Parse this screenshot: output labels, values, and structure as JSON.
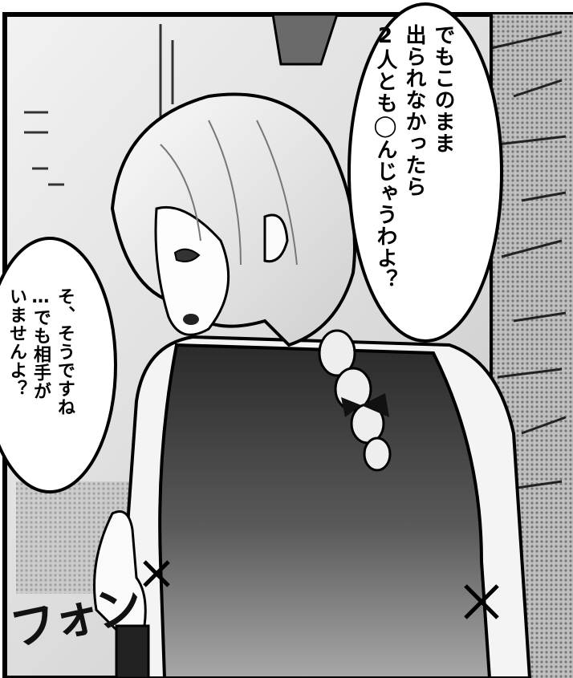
{
  "bubbles": {
    "upper_right": "でもこのまま\n出られなかったら\n2人とも◯んじゃうわよ？",
    "left": "そ、そうですね\n…でも相手が\nいませんよ？"
  },
  "sfx": "フォン",
  "colors": {
    "ink": "#111111",
    "paper": "#ffffff",
    "tone_light": "#d9d9d9",
    "tone_mid": "#9a9a9a",
    "tone_dark": "#2e2e2e"
  }
}
